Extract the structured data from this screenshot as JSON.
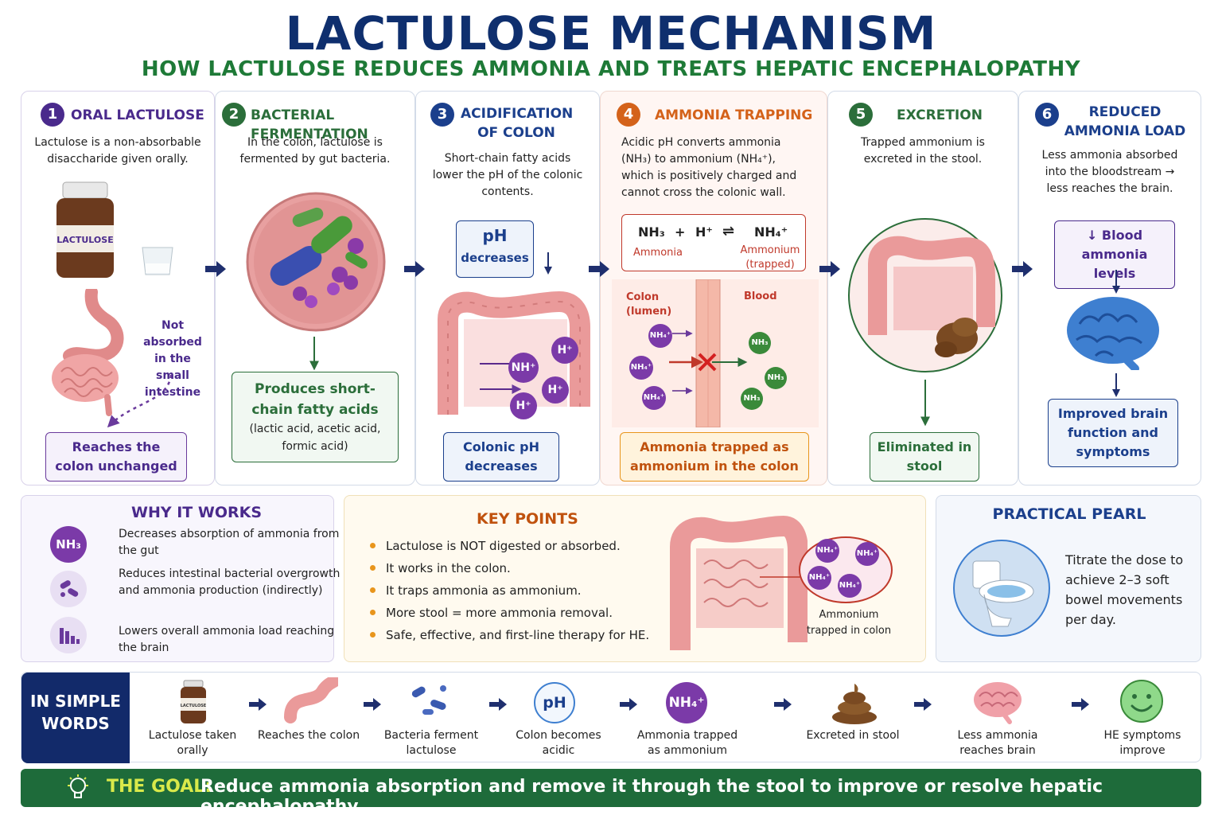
{
  "header": {
    "title": "LACTULOSE MECHANISM",
    "subtitle": "HOW LACTULOSE REDUCES AMMONIA AND TREATS HEPATIC ENCEPHALOPATHY"
  },
  "steps": [
    {
      "num": "1",
      "title": "ORAL LACTULOSE",
      "desc": "Lactulose is a non-absorbable disaccharide given orally.",
      "bottle_label": "LACTULOSE",
      "note": "Not absorbed in the small intestine",
      "result": "Reaches the colon unchanged",
      "color": "#4a2a8c"
    },
    {
      "num": "2",
      "title": "BACTERIAL FERMENTATION",
      "desc": "In the colon, lactulose is fermented by gut bacteria.",
      "result_title": "Produces short-chain fatty acids",
      "result_sub": "(lactic acid, acetic acid, formic acid)",
      "color": "#2b6e3a"
    },
    {
      "num": "3",
      "title_line1": "ACIDIFICATION",
      "title_line2": "OF COLON",
      "desc": "Short-chain fatty acids lower the pH of the colonic contents.",
      "ph_label": "pH",
      "ph_sub": "decreases",
      "ion_nh": "NH⁺",
      "ion_h": "H⁺",
      "result": "Colonic pH decreases",
      "color": "#1b3f8c"
    },
    {
      "num": "4",
      "title": "AMMONIA TRAPPING",
      "desc": "Acidic pH converts ammonia (NH₃) to ammonium (NH₄⁺), which is positively charged and cannot cross the colonic wall.",
      "eq_nh3": "NH₃",
      "eq_plus": "+",
      "eq_h": "H⁺",
      "eq_arrow": "⇌",
      "eq_nh4": "NH₄⁺",
      "eq_nh3_label": "Ammonia",
      "eq_nh4_label": "Ammonium (trapped)",
      "colon_label": "Colon (lumen)",
      "blood_label": "Blood",
      "ion_nh4": "NH₄⁺",
      "ion_nh3": "NH₃",
      "result": "Ammonia trapped as ammonium in the colon",
      "color": "#d4621a"
    },
    {
      "num": "5",
      "title": "EXCRETION",
      "desc": "Trapped ammonium is excreted in the stool.",
      "result": "Eliminated in stool",
      "color": "#2b6e3a"
    },
    {
      "num": "6",
      "title": "REDUCED AMMONIA LOAD",
      "desc": "Less ammonia absorbed into the bloodstream → less reaches the brain.",
      "box1": "↓ Blood ammonia levels",
      "box2": "Improved brain function and symptoms",
      "color": "#1b3f8c"
    }
  ],
  "why": {
    "title": "WHY IT WORKS",
    "icon1_label": "NH₃",
    "items": [
      "Decreases absorption of ammonia from the gut",
      "Reduces intestinal bacterial overgrowth and ammonia production (indirectly)",
      "Lowers overall ammonia load reaching the brain"
    ]
  },
  "key_points": {
    "title": "KEY POINTS",
    "items": [
      "Lactulose is NOT digested or absorbed.",
      "It works in the colon.",
      "It traps ammonia as ammonium.",
      "More stool = more ammonia removal.",
      "Safe, effective, and first-line therapy for HE."
    ],
    "ion_label": "NH₄⁺",
    "caption": "Ammonium trapped in colon"
  },
  "pearl": {
    "title": "PRACTICAL PEARL",
    "text": "Titrate the dose to achieve 2–3 soft bowel movements per day."
  },
  "simple": {
    "label": "IN SIMPLE WORDS",
    "bottle_label": "LACTULOSE",
    "ph_icon": "pH",
    "nh4_icon": "NH₄⁺",
    "steps": [
      "Lactulose taken orally",
      "Reaches the colon",
      "Bacteria ferment lactulose",
      "Colon becomes acidic",
      "Ammonia trapped as ammonium",
      "Excreted in stool",
      "Less ammonia reaches brain",
      "HE symptoms improve"
    ]
  },
  "goal": {
    "label": "THE GOAL:",
    "text": "Reduce ammonia absorption and remove it through the stool to improve or resolve hepatic encephalopathy."
  }
}
